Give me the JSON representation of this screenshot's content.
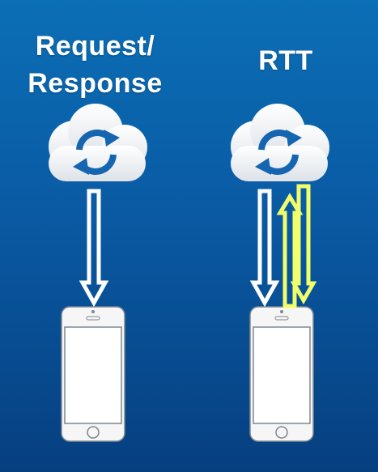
{
  "diagram": {
    "left_column": {
      "title_line1": "Request/",
      "title_line2": "Response",
      "cloud_icon": "sync-cloud-icon",
      "device_icon": "smartphone-icon",
      "arrows": [
        {
          "direction": "down",
          "color": "#ffffff"
        }
      ]
    },
    "right_column": {
      "title": "RTT",
      "cloud_icon": "sync-cloud-icon",
      "device_icon": "smartphone-icon",
      "arrows": [
        {
          "direction": "down",
          "color": "#ffffff"
        },
        {
          "direction": "up",
          "color": "#f1ff6a"
        },
        {
          "direction": "down",
          "color": "#f1ff6a"
        }
      ]
    },
    "colors": {
      "background_top": "#0b6fb6",
      "background_bottom": "#063f80",
      "cloud": "#eceff3",
      "sync_arrows": "#1565b0",
      "white_arrow": "#ffffff",
      "yellow_arrow": "#f1ff6a",
      "phone_body": "#f6f6f6",
      "phone_screen": "#ffffff",
      "phone_outline": "#7e8790"
    }
  }
}
